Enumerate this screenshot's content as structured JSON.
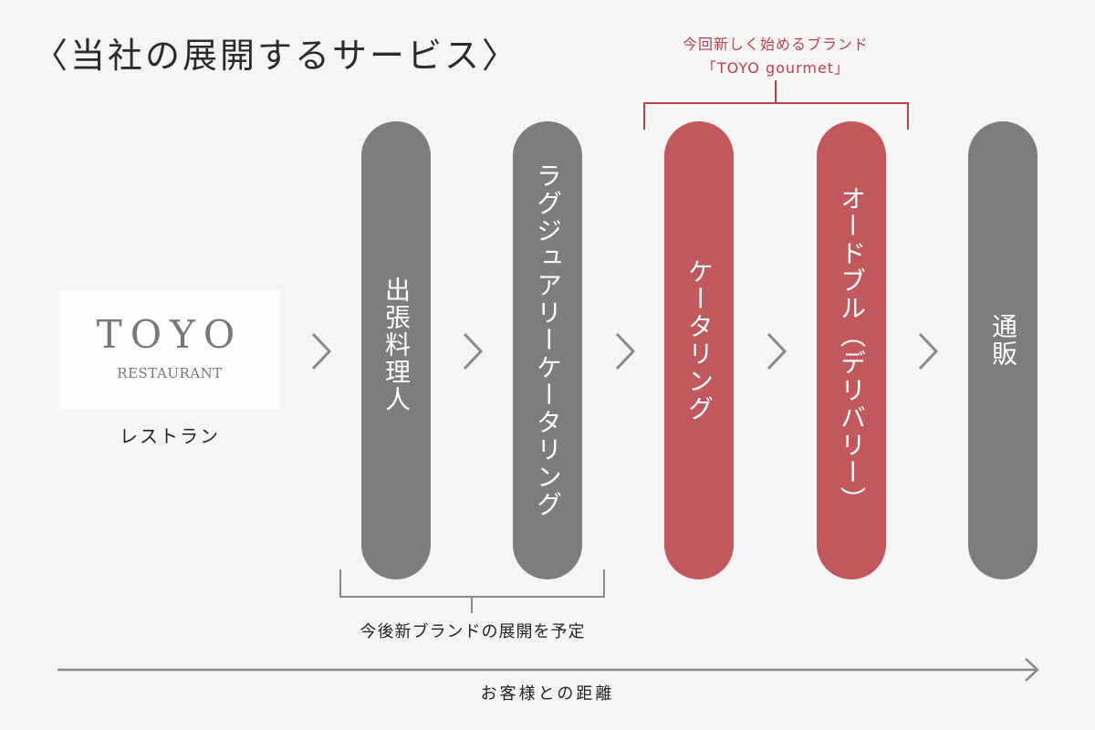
{
  "title": "〈当社の展開するサービス〉",
  "logo": {
    "main": "TOYO",
    "sub": "RESTAURANT",
    "caption": "レストラン"
  },
  "services": [
    {
      "label": "出張料理人",
      "color": "gray"
    },
    {
      "label": "ラグジュアリーケータリング",
      "color": "gray"
    },
    {
      "label": "ケータリング",
      "color": "red"
    },
    {
      "label": "オードブル（デリバリー）",
      "color": "red"
    },
    {
      "label": "通販",
      "color": "gray"
    }
  ],
  "new_brand": {
    "line1": "今回新しく始めるブランド",
    "line2": "「TOYO gourmet」"
  },
  "planned_label": "今後新ブランドの展開を予定",
  "axis_label": "お客様との距離",
  "colors": {
    "gray": "#7e7c7e",
    "red": "#c0585e",
    "accent_text": "#b8434c",
    "line": "#8a8888"
  }
}
